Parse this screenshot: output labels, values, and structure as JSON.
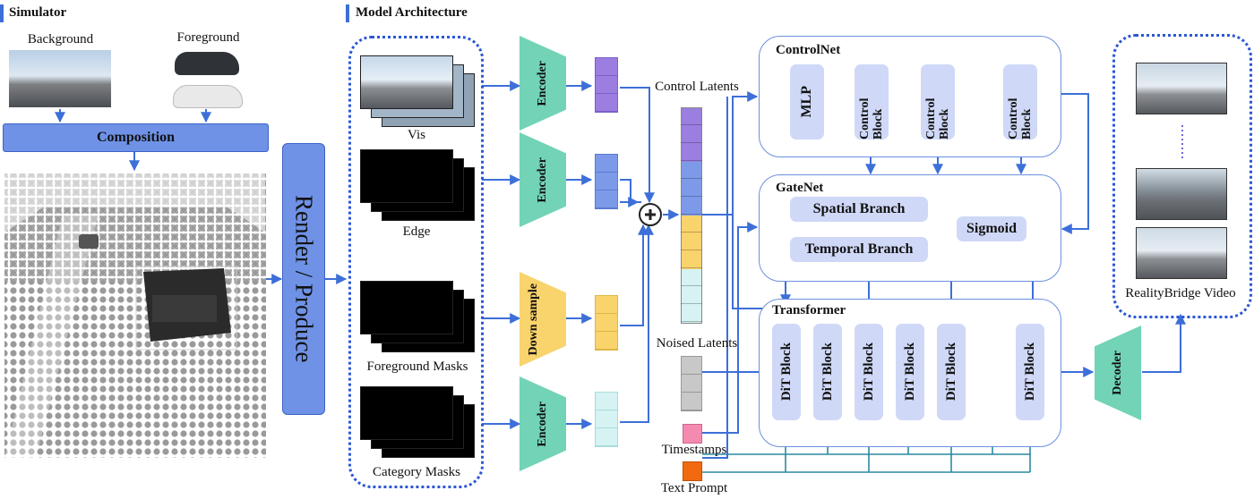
{
  "simulator": {
    "title": "Simulator",
    "background_label": "Background",
    "foreground_label": "Foreground",
    "composition_label": "Composition",
    "render_label": "Render / Produce"
  },
  "model": {
    "title": "Model Architecture",
    "inputs": {
      "vis": "Vis",
      "edge": "Edge",
      "foreground_masks": "Foreground Masks",
      "category_masks": "Category Masks"
    },
    "encoder_label": "Encoder",
    "downsample_label": "Down sample",
    "control_latents": "Control Latents",
    "noised_latents": "Noised Latents",
    "timestamps": "Timestamps",
    "text_prompt": "Text Prompt",
    "controlnet": {
      "title": "ControlNet",
      "mlp": "MLP",
      "blocks": [
        "Control Block",
        "Control Block",
        "Control Block"
      ]
    },
    "gatenet": {
      "title": "GateNet",
      "spatial": "Spatial Branch",
      "temporal": "Temporal Branch",
      "sigmoid": "Sigmoid"
    },
    "transformer": {
      "title": "Transformer",
      "blocks": [
        "DiT Block",
        "DiT Block",
        "DiT Block",
        "DiT Block",
        "DiT Block",
        "DiT Block"
      ]
    },
    "decoder_label": "Decoder",
    "output_label": "RealityBridge Video"
  },
  "colors": {
    "accent": "#3d6fd8",
    "encoder": "#72d3b7",
    "downsample": "#f9d36b",
    "block": "#cfd8f7",
    "cube_purple": "#9b7ee0",
    "cube_blue": "#7d9ae9",
    "cube_yellow": "#f9d36b",
    "cube_cyan": "#c6ecec",
    "cube_gray": "#c8c8c8",
    "cube_pink": "#f58ab0",
    "cube_orange": "#f26a10"
  }
}
